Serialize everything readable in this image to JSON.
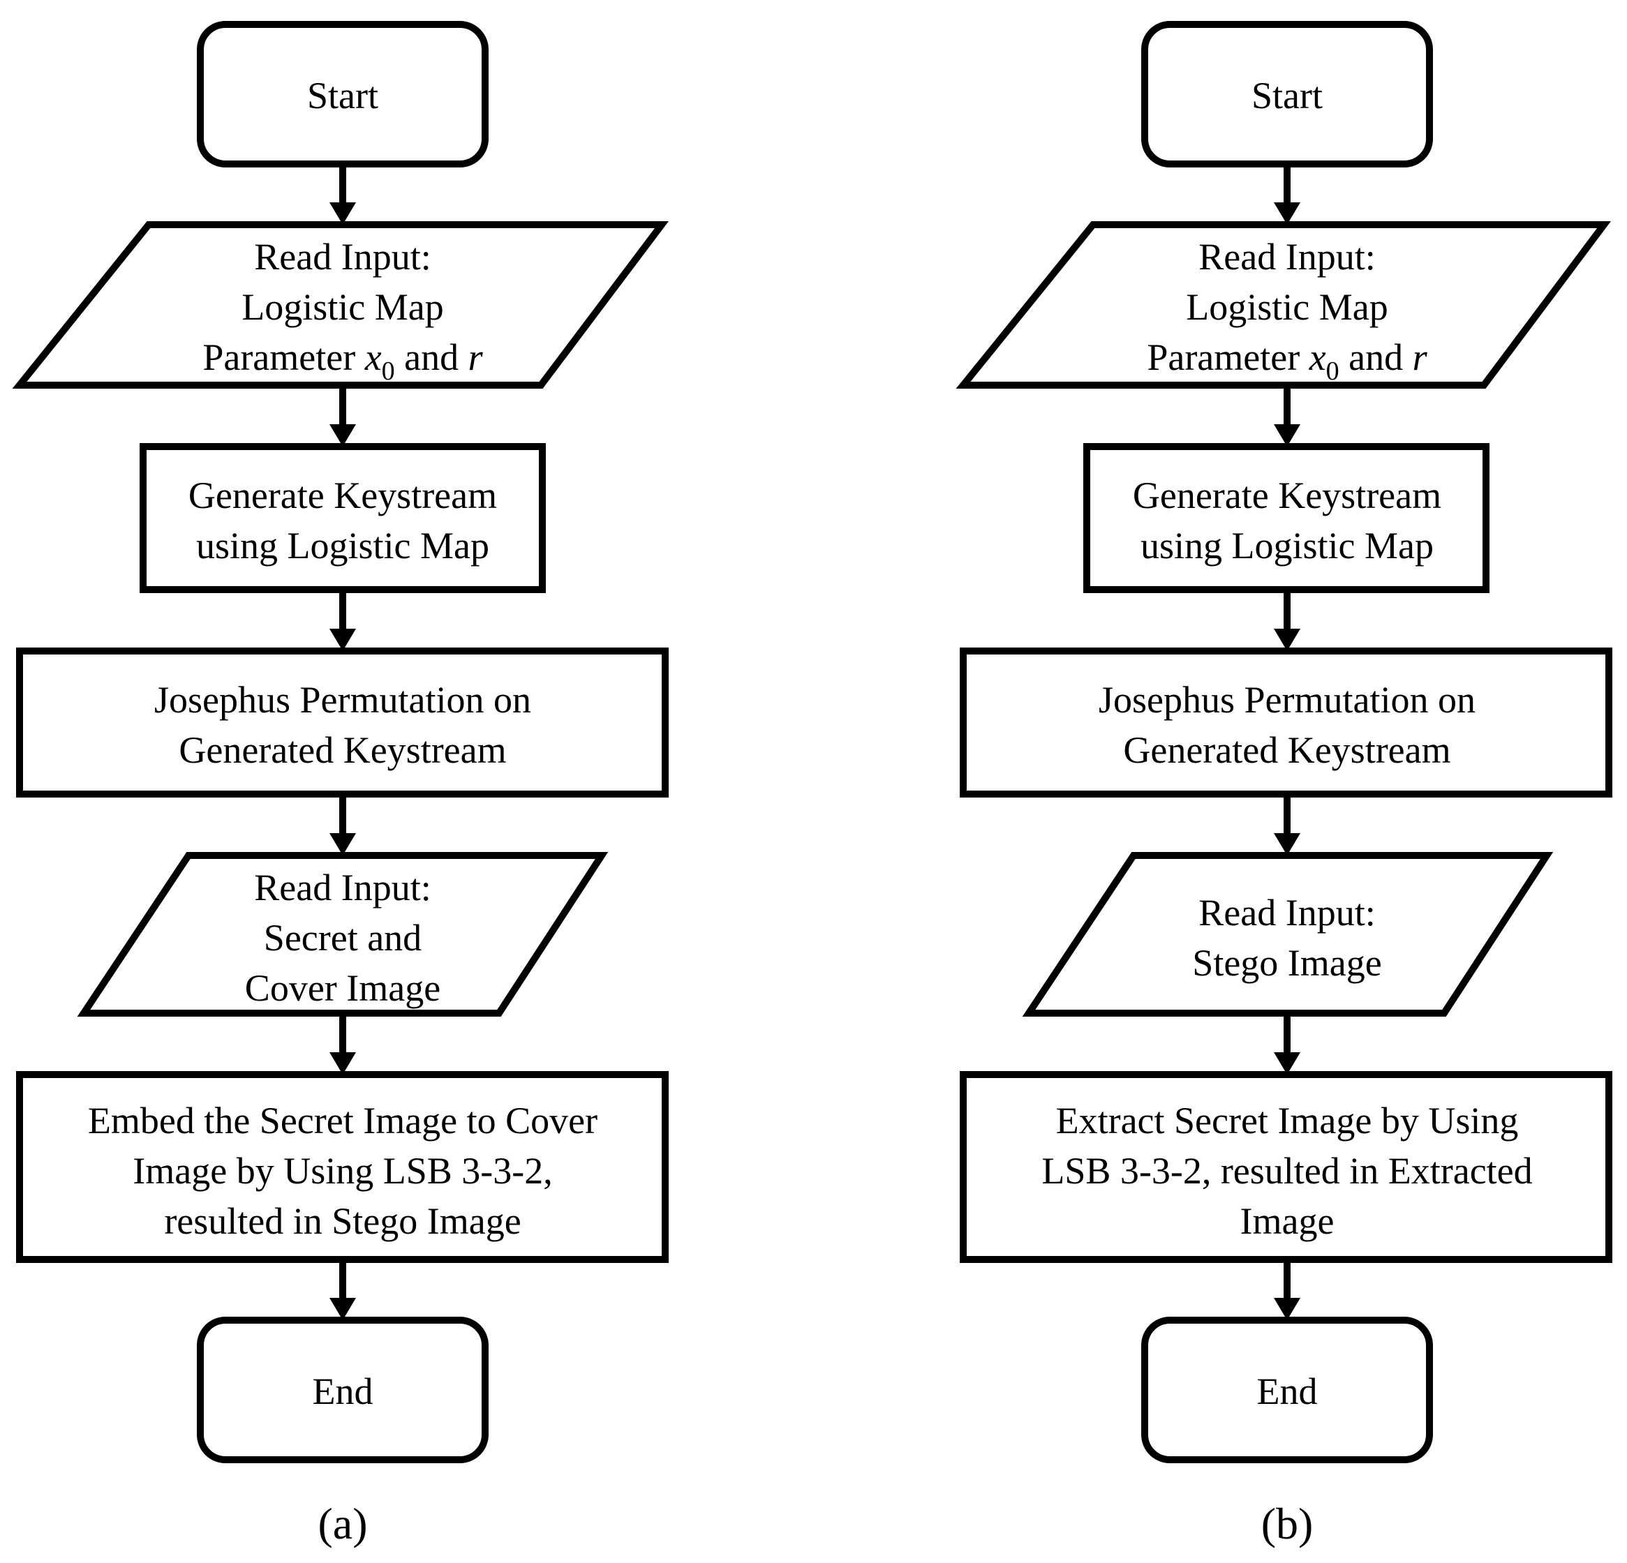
{
  "flowchart_a": {
    "caption": "(a)",
    "start": "Start",
    "read_params": {
      "line1": "Read Input:",
      "line2": "Logistic Map",
      "line3_prefix": "Parameter ",
      "var_x": "x",
      "var_x_sub": "0",
      "line3_and": " and ",
      "var_r": "r"
    },
    "keystream": [
      "Generate Keystream",
      "using Logistic Map"
    ],
    "josephus": [
      "Josephus Permutation on",
      "Generated Keystream"
    ],
    "read_images": [
      "Read Input:",
      "Secret and",
      "Cover Image"
    ],
    "embed": [
      "Embed the Secret Image to Cover",
      "Image by Using LSB 3-3-2,",
      "resulted in Stego Image"
    ],
    "end": "End"
  },
  "flowchart_b": {
    "caption": "(b)",
    "start": "Start",
    "read_params": {
      "line1": "Read Input:",
      "line2": "Logistic Map",
      "line3_prefix": "Parameter ",
      "var_x": "x",
      "var_x_sub": "0",
      "line3_and": " and ",
      "var_r": "r"
    },
    "keystream": [
      "Generate Keystream",
      "using Logistic Map"
    ],
    "josephus": [
      "Josephus Permutation on",
      "Generated Keystream"
    ],
    "read_image": [
      "Read Input:",
      "Stego Image"
    ],
    "extract": [
      "Extract Secret Image by Using",
      "LSB 3-3-2, resulted in Extracted",
      "Image"
    ],
    "end": "End"
  }
}
